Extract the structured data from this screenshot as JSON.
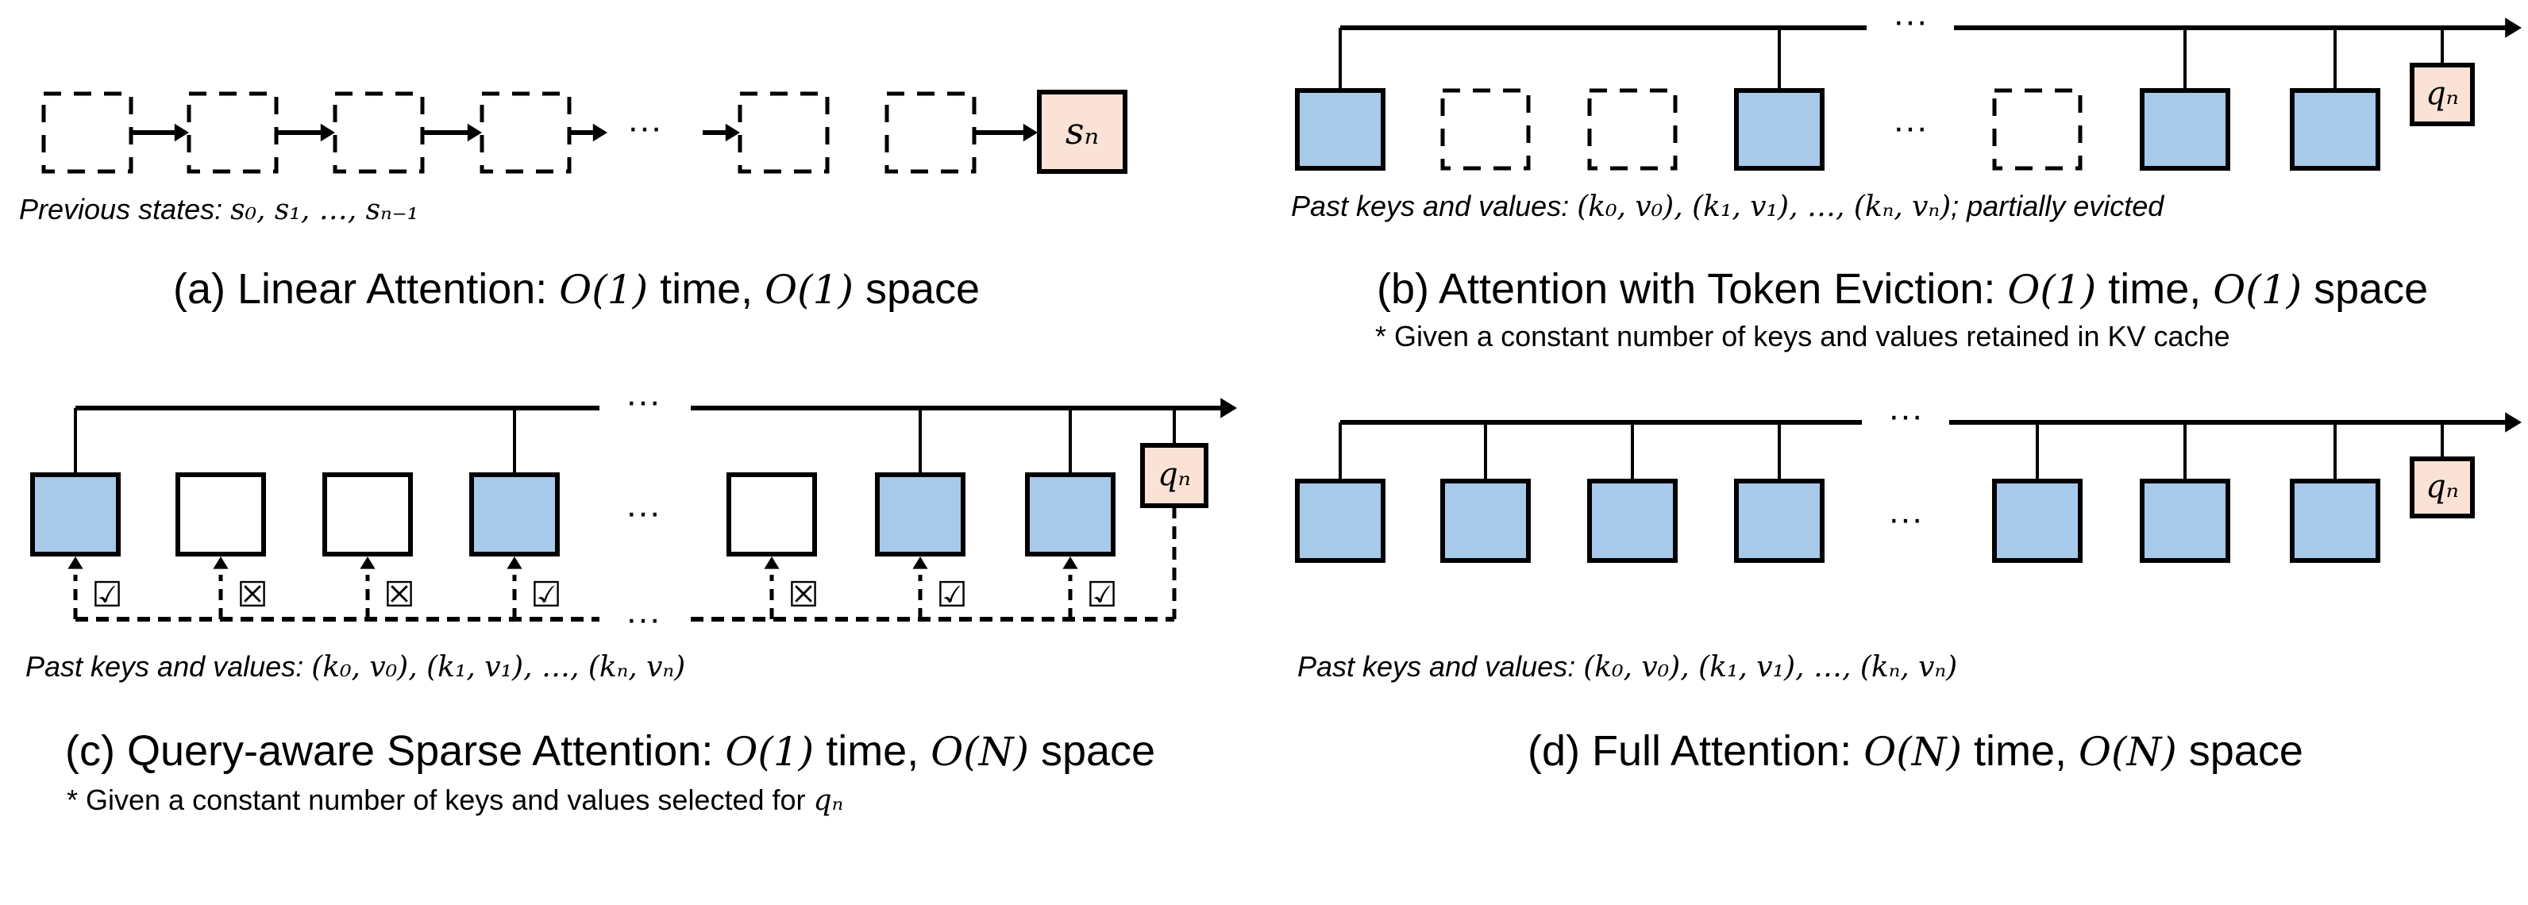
{
  "colors": {
    "kv_fill": "#A7C9EA",
    "query_fill": "#FAE3D6",
    "stroke": "#000000",
    "background": "#FFFFFF"
  },
  "ellipsis": "···",
  "panels": {
    "a": {
      "title_prefix": "(a) Linear Attention: ",
      "title_time": "O(1)",
      "title_mid": " time, ",
      "title_space": "O(1)",
      "title_suffix": " space",
      "caption_label": "Previous states: ",
      "caption_math": "s₀, s₁, …, sₙ₋₁",
      "state_label": "sₙ",
      "previous_states_count_left": 4,
      "previous_states_count_right": 2
    },
    "b": {
      "title_prefix": "(b) Attention with Token Eviction: ",
      "title_time": "O(1)",
      "title_mid": " time, ",
      "title_space": "O(1)",
      "title_suffix": " space",
      "note": "* Given a constant number of keys and values retained in KV cache",
      "caption_label": "Past keys and values: ",
      "caption_math": "(k₀, v₀), (k₁, v₁), …, (kₙ, vₙ)",
      "caption_suffix": "; partially evicted",
      "query_label": "qₙ",
      "tokens_left": [
        "kept",
        "evicted",
        "evicted",
        "kept"
      ],
      "tokens_right": [
        "evicted",
        "kept",
        "kept"
      ]
    },
    "c": {
      "title_prefix": "(c) Query-aware Sparse Attention: ",
      "title_time": "O(1)",
      "title_mid": " time, ",
      "title_space": "O(N)",
      "title_suffix": " space",
      "note": "* Given a constant number of keys and values selected for ",
      "note_math": "qₙ",
      "caption_label": "Past keys and values: ",
      "caption_math": "(k₀, v₀), (k₁, v₁), …, (kₙ, vₙ)",
      "query_label": "qₙ",
      "tokens_left": [
        "selected",
        "not-selected",
        "not-selected",
        "selected"
      ],
      "tokens_right": [
        "not-selected",
        "selected",
        "selected"
      ],
      "check_glyph": "☑",
      "cross_glyph": "☒"
    },
    "d": {
      "title_prefix": "(d) Full Attention: ",
      "title_time": "O(N)",
      "title_mid": " time, ",
      "title_space": "O(N)",
      "title_suffix": " space",
      "caption_label": "Past keys and values: ",
      "caption_math": "(k₀, v₀), (k₁, v₁), …, (kₙ, vₙ)",
      "query_label": "qₙ",
      "tokens_left": [
        "kept",
        "kept",
        "kept",
        "kept"
      ],
      "tokens_right": [
        "kept",
        "kept",
        "kept"
      ]
    }
  }
}
